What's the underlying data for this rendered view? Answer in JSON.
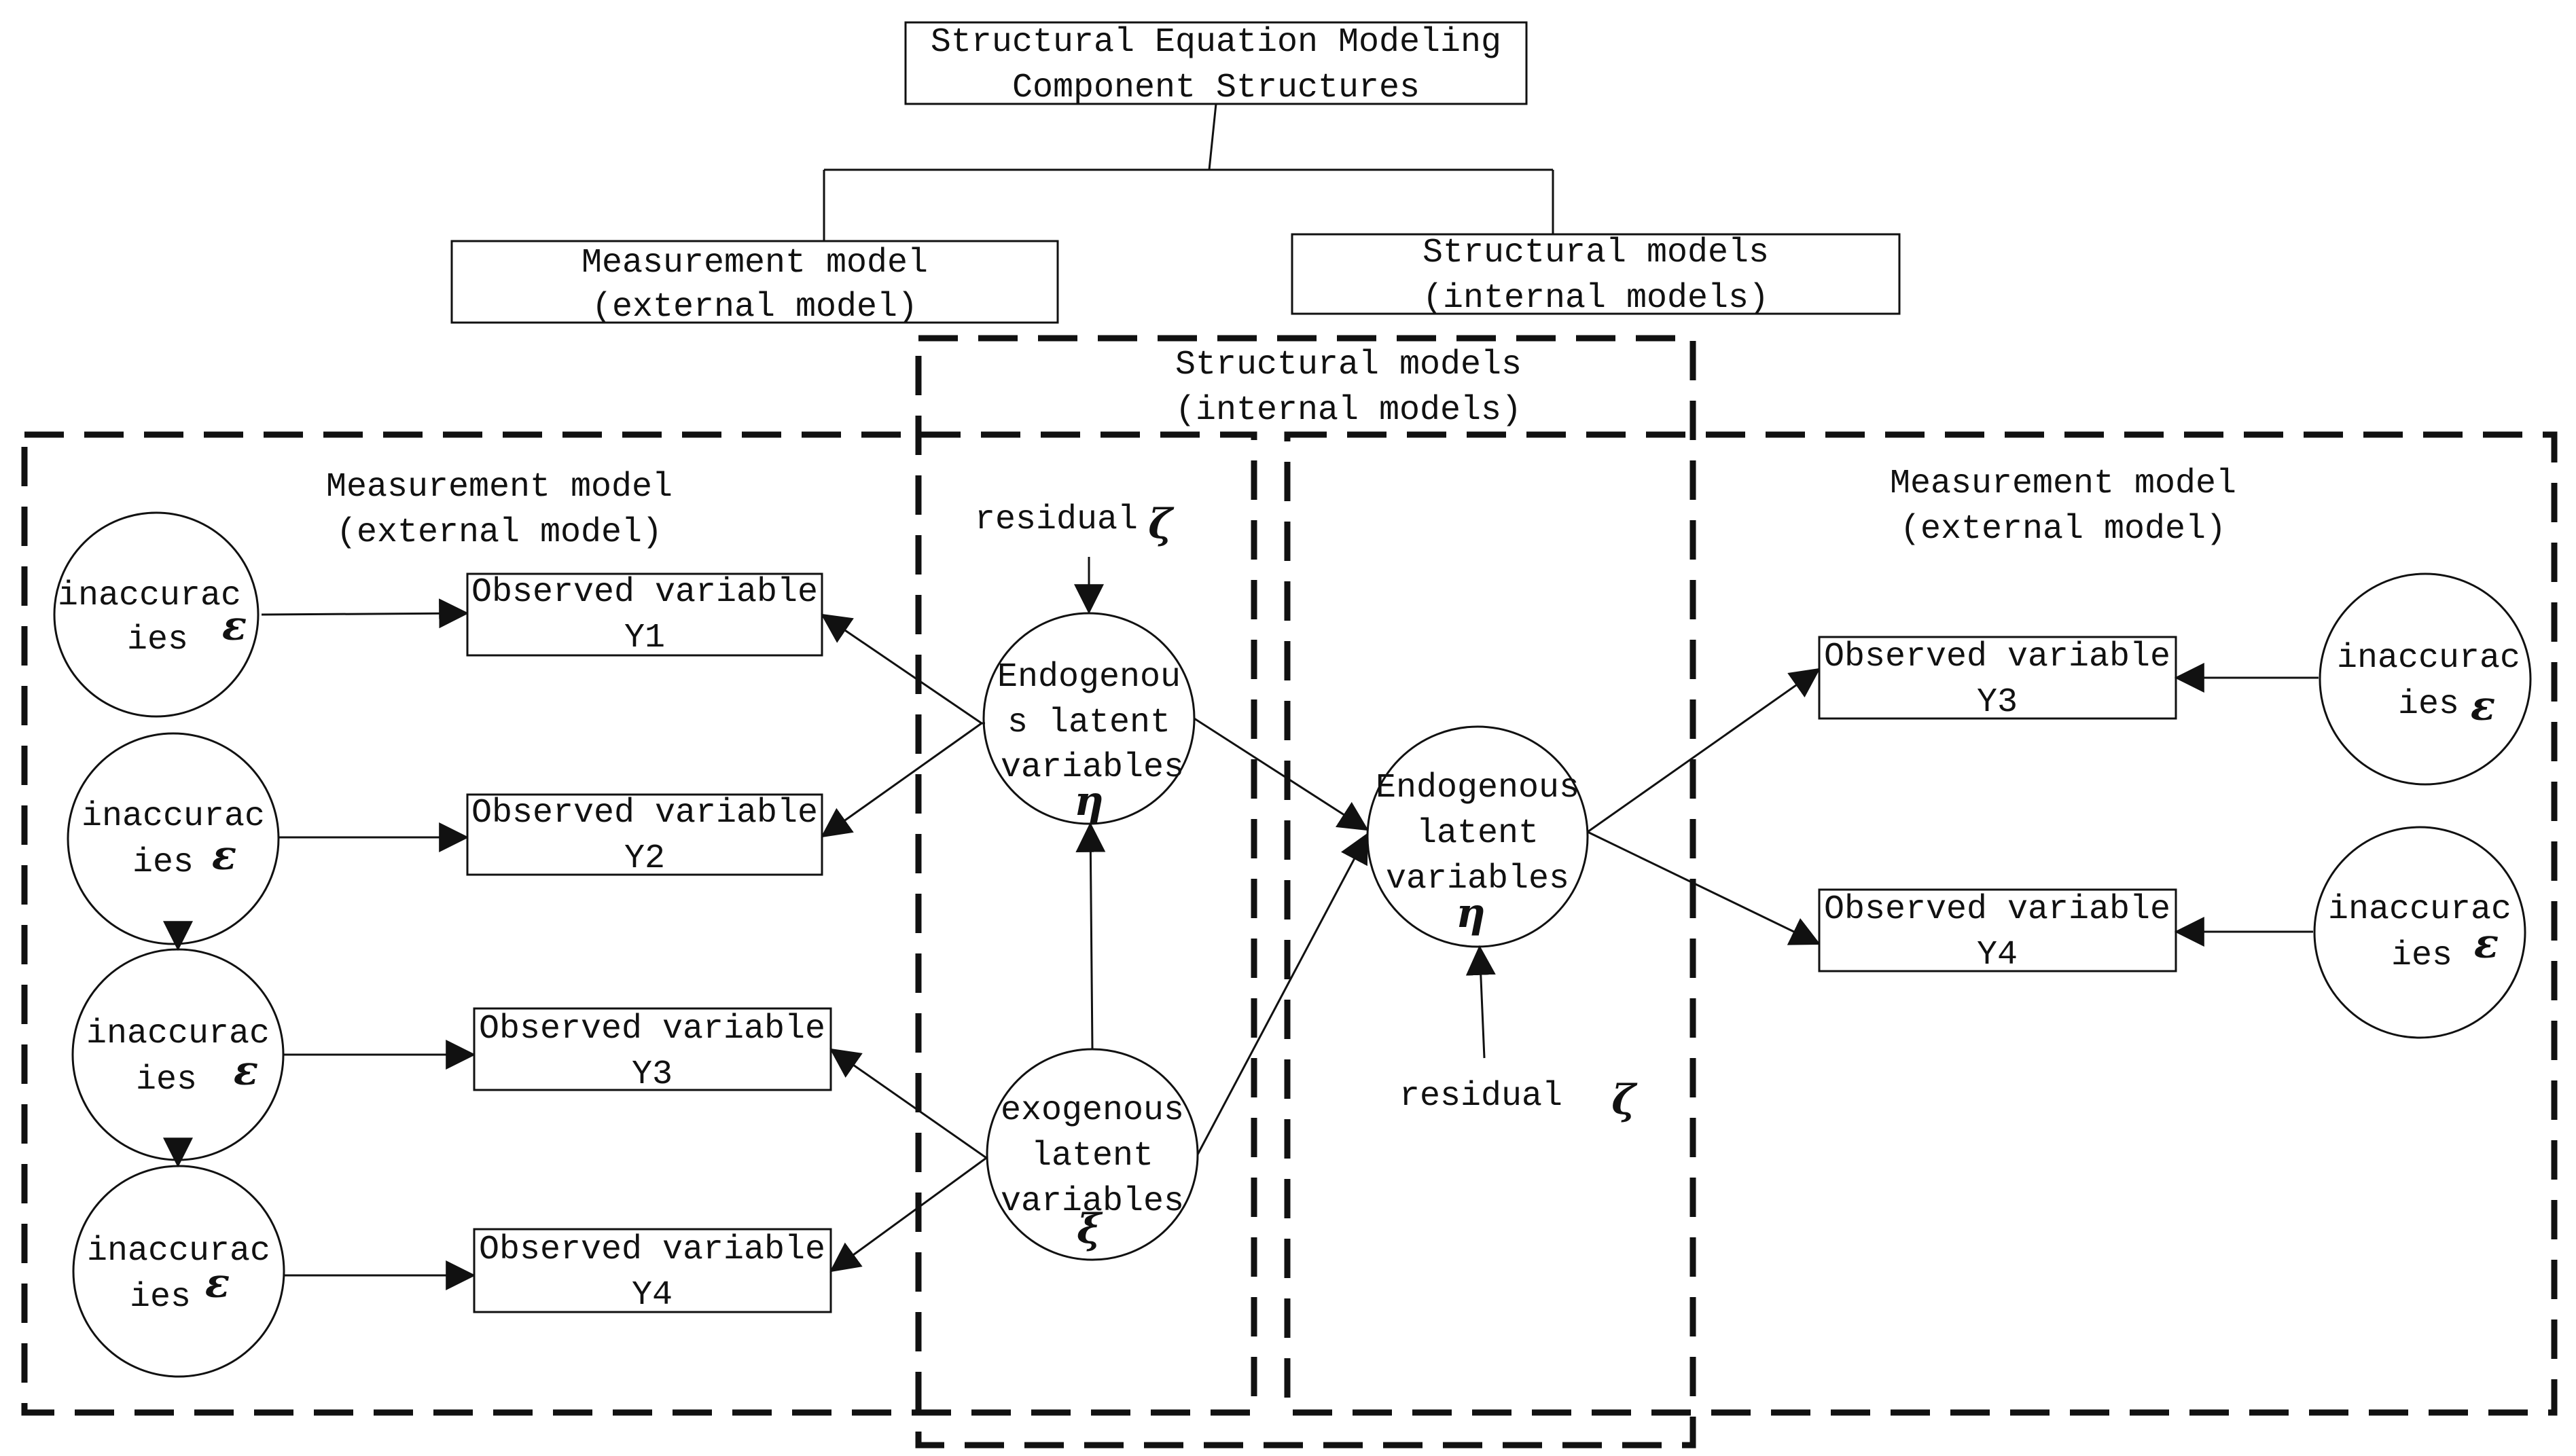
{
  "title": {
    "line1": "Structural Equation Modeling",
    "line2": "Component Structures"
  },
  "branches": {
    "measurement": {
      "line1": "Measurement model",
      "line2": "(external model)"
    },
    "structural": {
      "line1": "Structural models",
      "line2": "(internal models)"
    }
  },
  "regions": {
    "left_measurement": {
      "line1": "Measurement model",
      "line2": "(external model)"
    },
    "structural": {
      "line1": "Structural models",
      "line2": "(internal models)"
    },
    "right_measurement": {
      "line1": "Measurement model",
      "line2": "(external model)"
    }
  },
  "errors": {
    "left": [
      {
        "line1": "inaccurac",
        "line2": "ies",
        "symbol": "ε"
      },
      {
        "line1": "inaccurac",
        "line2": "ies",
        "symbol": "ε"
      },
      {
        "line1": "inaccurac",
        "line2": "ies",
        "symbol": "ε"
      },
      {
        "line1": "inaccurac",
        "line2": "ies",
        "symbol": "ε"
      }
    ],
    "right": [
      {
        "line1": "inaccurac",
        "line2": "ies",
        "symbol": "ε"
      },
      {
        "line1": "inaccurac",
        "line2": "ies",
        "symbol": "ε"
      }
    ]
  },
  "observed": {
    "left": [
      {
        "line1": "Observed variable",
        "line2": "Y1"
      },
      {
        "line1": "Observed variable",
        "line2": "Y2"
      },
      {
        "line1": "Observed variable",
        "line2": "Y3"
      },
      {
        "line1": "Observed variable",
        "line2": "Y4"
      }
    ],
    "right": [
      {
        "line1": "Observed variable",
        "line2": "Y3"
      },
      {
        "line1": "Observed variable",
        "line2": "Y4"
      }
    ]
  },
  "latent": {
    "endogenous_left": {
      "line1": "Endogenou",
      "line2": "s latent",
      "line3": "variables",
      "symbol": "η"
    },
    "exogenous": {
      "line1": "exogenous",
      "line2": "latent",
      "line3": "variables",
      "symbol": "ξ"
    },
    "endogenous_right": {
      "line1": "Endogenous",
      "line2": "latent",
      "line3": "variables",
      "symbol": "η"
    }
  },
  "residuals": {
    "top": {
      "label": "residual",
      "symbol": "ζ"
    },
    "bottom": {
      "label": "residual",
      "symbol": "ζ"
    }
  }
}
